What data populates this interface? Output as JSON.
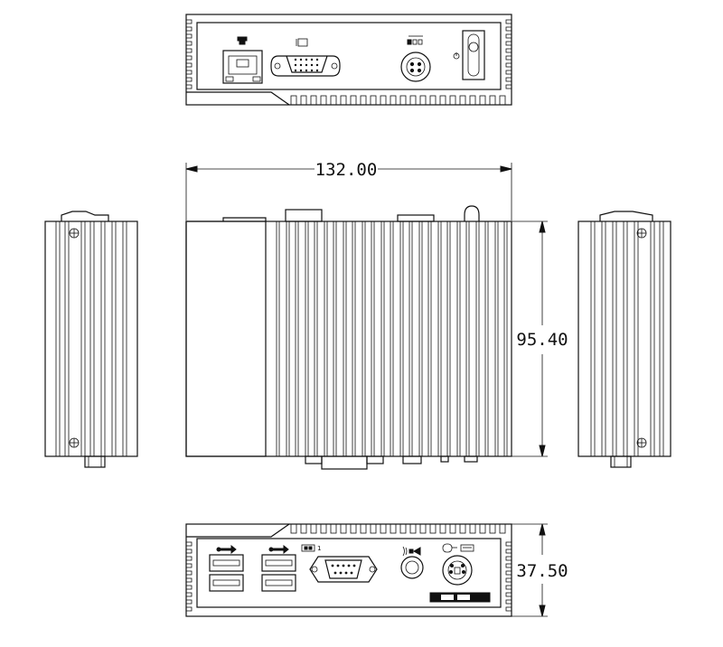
{
  "dimensions": {
    "width": "132.00",
    "height": "95.40",
    "depth": "37.50"
  },
  "colors": {
    "line": "#111111",
    "background": "#ffffff"
  },
  "icons": {
    "top_panel": [
      "lan-icon",
      "vga-icon",
      "dc-in-icon",
      "power-icon"
    ],
    "bottom_panel": [
      "usb-icon",
      "usb-icon",
      "com-icon",
      "audio-out-icon",
      "mouse-icon",
      "keyboard-icon"
    ]
  },
  "labels": {
    "com_port_number": "1"
  }
}
